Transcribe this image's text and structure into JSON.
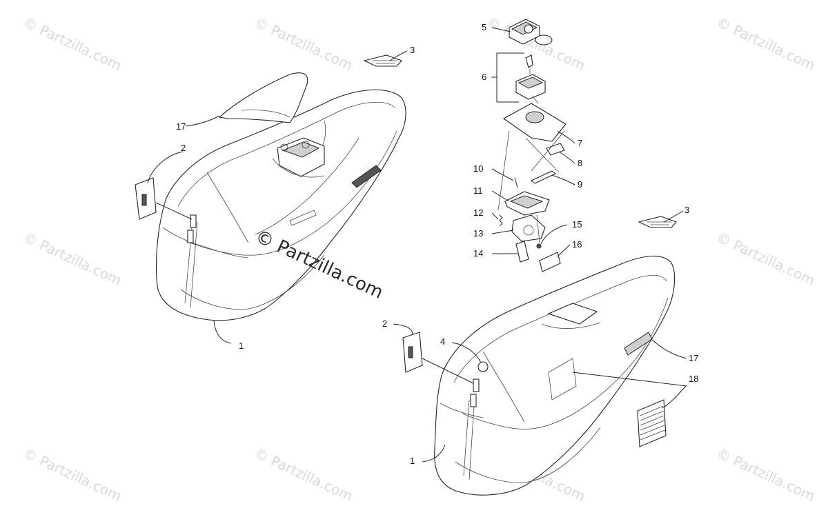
{
  "watermark": {
    "text": "Partzilla.com",
    "main_text": "Partzilla.com"
  },
  "callouts": {
    "c1_left": "1",
    "c1_right": "1",
    "c2_left": "2",
    "c2_right": "2",
    "c3_top": "3",
    "c3_right": "3",
    "c4": "4",
    "c5": "5",
    "c6": "6",
    "c7": "7",
    "c8": "8",
    "c9": "9",
    "c10": "10",
    "c11": "11",
    "c12": "12",
    "c13": "13",
    "c14": "14",
    "c15": "15",
    "c16": "16",
    "c17_left": "17",
    "c17_right": "17",
    "c18": "18"
  }
}
